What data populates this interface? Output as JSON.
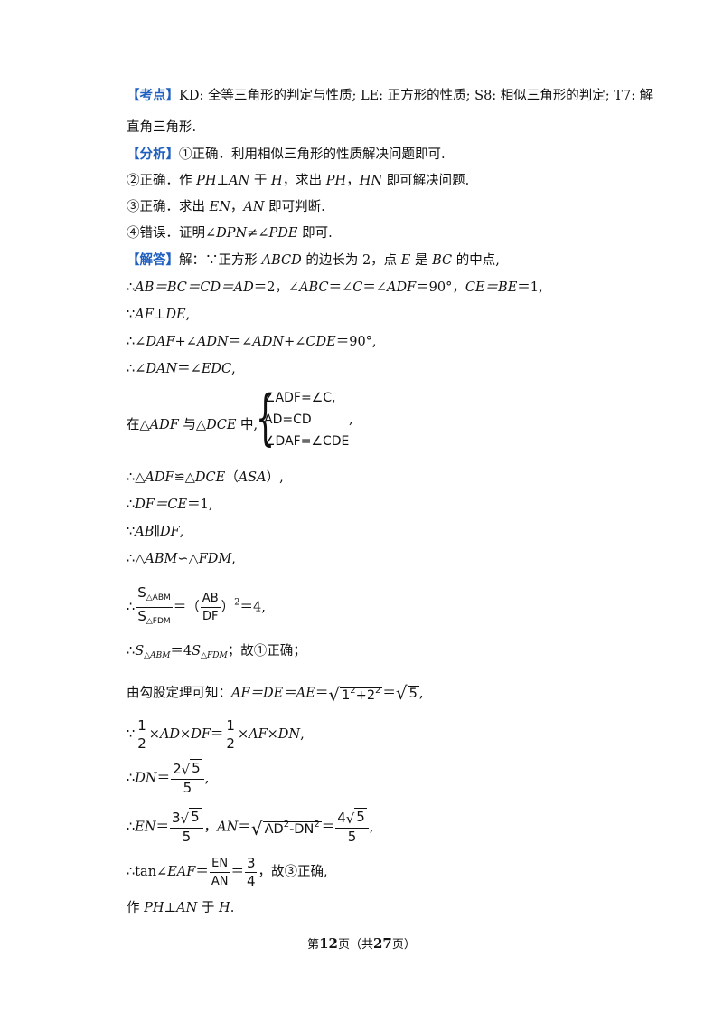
{
  "kaodian": {
    "tag": "【考点】",
    "text1": "KD: 全等三角形的判定与性质; LE: 正方形的性质; S8: 相似三角形的判定; T7: 解",
    "text2": "直角三角形."
  },
  "fenxi": {
    "tag": "【分析】",
    "n1": "①",
    "t1": "正确．利用相似三角形的性质解决问题即可.",
    "n2": "②",
    "t2a": "正确．作 ",
    "t2b": "PH⊥AN",
    "t2c": " 于 ",
    "t2d": "H",
    "t2e": "，求出 ",
    "t2f": "PH",
    "t2g": "，",
    "t2h": "HN",
    "t2i": " 即可解决问题.",
    "n3": "③",
    "t3a": "正确．求出 ",
    "t3b": "EN",
    "t3c": "，",
    "t3d": "AN",
    "t3e": " 即可判断.",
    "n4": "④",
    "t4a": "错误．证明∠",
    "t4b": "DPN≠∠PDE",
    "t4c": " 即可."
  },
  "jieda": {
    "tag": "【解答】",
    "l0a": "解：∵正方形 ",
    "l0b": "ABCD",
    "l0c": " 的边长为 2，点 ",
    "l0d": "E",
    "l0e": " 是 ",
    "l0f": "BC",
    "l0g": " 的中点,",
    "l1a": "∴",
    "l1b": "AB＝BC＝CD＝AD",
    "l1c": "＝2，∠",
    "l1d": "ABC",
    "l1e": "＝∠",
    "l1f": "C",
    "l1g": "＝∠",
    "l1h": "ADF",
    "l1i": "＝90°，",
    "l1j": "CE＝BE",
    "l1k": "＝1,",
    "l2a": "∵",
    "l2b": "AF⊥DE",
    "l2c": ",",
    "l3a": "∴∠",
    "l3b": "DAF",
    "l3c": "+∠",
    "l3d": "ADN",
    "l3e": "＝∠",
    "l3f": "ADN",
    "l3g": "+∠",
    "l3h": "CDE",
    "l3i": "＝90°,",
    "l4a": "∴∠",
    "l4b": "DAN",
    "l4c": "＝∠",
    "l4d": "EDC",
    "l4e": ",",
    "sys_label_a": "在△",
    "sys_label_b": "ADF",
    "sys_label_c": " 与△",
    "sys_label_d": "DCE",
    "sys_label_e": " 中,",
    "sys1": "∠ADF=∠C,",
    "sys2": "AD=CD",
    "sys3": "∠DAF=∠CDE",
    "sys_comma": ",",
    "l5a": "∴△",
    "l5b": "ADF",
    "l5c": "≌△",
    "l5d": "DCE",
    "l5e": "（",
    "l5f": "ASA",
    "l5g": "）,",
    "l6a": "∴",
    "l6b": "DF＝CE",
    "l6c": "＝1,",
    "l7a": "∵",
    "l7b": "AB∥DF",
    "l7c": ",",
    "l8a": "∴△",
    "l8b": "ABM",
    "l8c": "∽△",
    "l8d": "FDM",
    "l8e": ",",
    "l9a": "∴",
    "l9_num": "S",
    "l9_num_sub": "△ABM",
    "l9_den": "S",
    "l9_den_sub": "△FDM",
    "l9b": "＝（",
    "l9_fn": "AB",
    "l9_fd": "DF",
    "l9c": "）",
    "l9_sup": "2",
    "l9d": "＝4,",
    "l10a": "∴",
    "l10b": "S",
    "l10b_sub": "△ABM",
    "l10c": "＝4",
    "l10d": "S",
    "l10d_sub": "△FDM",
    "l10e": "；故",
    "l10n": "①",
    "l10f": "正确；",
    "l11a": "由勾股定理可知：",
    "l11b": "AF＝DE＝AE",
    "l11c": "＝",
    "l11_r1a": "1",
    "l11_r1b": "2",
    "l11_r1c": "+2",
    "l11_r1d": "2",
    "l11d": "＝",
    "l11_r2": "5",
    "l11e": ",",
    "l12a": "∵",
    "l12_f1n": "1",
    "l12_f1d": "2",
    "l12b": "×",
    "l12c": "AD",
    "l12d": "×",
    "l12e": "DF",
    "l12f": "＝",
    "l12_f2n": "1",
    "l12_f2d": "2",
    "l12g": "×",
    "l12h": "AF",
    "l12i": "×",
    "l12j": "DN",
    "l12k": ",",
    "l13a": "∴",
    "l13b": "DN",
    "l13c": "＝",
    "l13_n1": "2",
    "l13_n2": "5",
    "l13_d": "5",
    "l13d": ",",
    "l14a": "∴",
    "l14b": "EN",
    "l14c": "＝",
    "l14_n1": "3",
    "l14_n2": "5",
    "l14_d": "5",
    "l14d": "，",
    "l14e": "AN",
    "l14f": "＝",
    "l14_r": "AD",
    "l14_r_sup1": "2",
    "l14_r_mid": "-DN",
    "l14_r_sup2": "2",
    "l14g": "＝",
    "l14_n3": "4",
    "l14_n4": "5",
    "l14_d2": "5",
    "l14h": ",",
    "l15a": "∴tan∠",
    "l15b": "EAF",
    "l15c": "＝",
    "l15_fn": "EN",
    "l15_fd": "AN",
    "l15d": "＝",
    "l15_f2n": "3",
    "l15_f2d": "4",
    "l15e": "，故",
    "l15n": "③",
    "l15f": "正确,",
    "l16a": "作 ",
    "l16b": "PH⊥AN",
    "l16c": " 于 ",
    "l16d": "H",
    "l16e": "."
  },
  "footer": {
    "pre": "第",
    "page": "12",
    "mid": "页（共",
    "total": "27",
    "post": "页）"
  }
}
